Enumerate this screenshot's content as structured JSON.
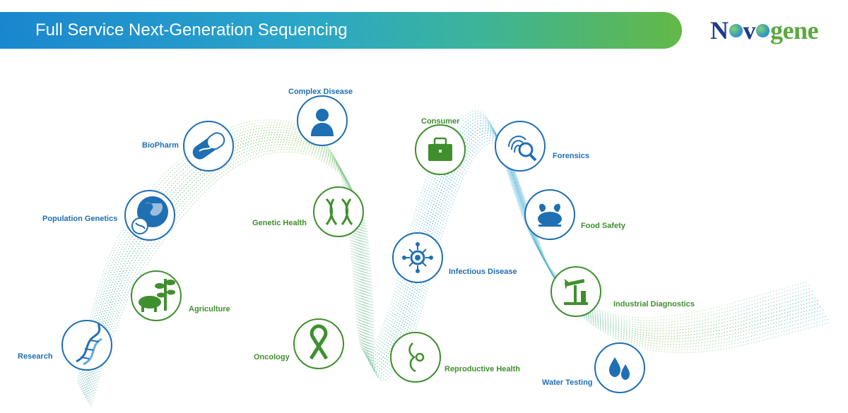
{
  "banner": {
    "title": "Full Service Next-Generation Sequencing"
  },
  "logo": {
    "part1": "N",
    "part2": "v",
    "part3": "gene"
  },
  "colors": {
    "blue": "#1a86cf",
    "teal": "#2ba6c8",
    "green": "#63b847",
    "navy": "#1d3a8a"
  },
  "applications": [
    {
      "label": "Research",
      "icon": "dna-helix-icon"
    },
    {
      "label": "Agriculture",
      "icon": "pig-plant-icon"
    },
    {
      "label": "Population Genetics",
      "icon": "globe-dna-icon"
    },
    {
      "label": "BioPharm",
      "icon": "pill-capsule-icon"
    },
    {
      "label": "Complex Disease",
      "icon": "person-icon"
    },
    {
      "label": "Genetic Health",
      "icon": "chromosome-icon"
    },
    {
      "label": "Oncology",
      "icon": "awareness-ribbon-icon"
    },
    {
      "label": "Consumer",
      "icon": "briefcase-icon"
    },
    {
      "label": "Infectious Disease",
      "icon": "virus-icon"
    },
    {
      "label": "Reproductive Health",
      "icon": "pregnancy-icon"
    },
    {
      "label": "Forensics",
      "icon": "fingerprint-magnifier-icon"
    },
    {
      "label": "Food Safety",
      "icon": "roast-chicken-icon"
    },
    {
      "label": "Industrial Diagnostics",
      "icon": "oil-pump-icon"
    },
    {
      "label": "Water Testing",
      "icon": "water-drops-icon"
    }
  ]
}
